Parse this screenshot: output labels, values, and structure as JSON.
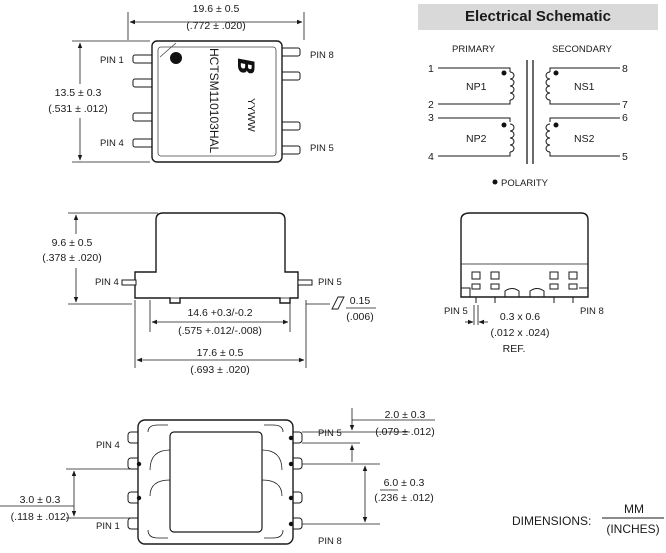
{
  "top_view": {
    "width_mm": "19.6 ± 0.5",
    "width_in": "(.772 ± .020)",
    "height_mm": "13.5 ± 0.3",
    "height_in": "(.531 ± .012)",
    "pin1": "PIN 1",
    "pin4": "PIN 4",
    "pin5": "PIN 5",
    "pin8": "PIN 8",
    "part_number": "HCTSM110103HAL",
    "date_code": "YYWW",
    "logo": "B"
  },
  "schematic": {
    "title": "Electrical Schematic",
    "primary": "PRIMARY",
    "secondary": "SECONDARY",
    "np1": "NP1",
    "np2": "NP2",
    "ns1": "NS1",
    "ns2": "NS2",
    "pins": [
      "1",
      "2",
      "3",
      "4",
      "5",
      "6",
      "7",
      "8"
    ],
    "polarity": "POLARITY"
  },
  "side_view": {
    "height_mm": "9.6 ± 0.5",
    "height_in": "(.378 ± .020)",
    "pin4": "PIN 4",
    "pin5": "PIN 5",
    "inner_mm": "14.6 +0.3/-0.2",
    "inner_in": "(.575 +.012/-.008)",
    "outer_mm": "17.6 ± 0.5",
    "outer_in": "(.693 ± .020)",
    "flatness_mm": "0.15",
    "flatness_in": "(.006)"
  },
  "end_view": {
    "pin5": "PIN 5",
    "pin8": "PIN 8",
    "lead_mm": "0.3 x 0.6",
    "lead_in": "(.012 x .024)",
    "ref": "REF."
  },
  "bottom_view": {
    "pin1": "PIN 1",
    "pin4": "PIN 4",
    "pin5": "PIN 5",
    "pin8": "PIN 8",
    "pitch_mm": "2.0 ± 0.3",
    "pitch_in": "(.079 ± .012)",
    "span_mm": "6.0 ± 0.3",
    "span_in": "(.236 ± .012)",
    "edge_mm": "3.0 ± 0.3",
    "edge_in": "(.118 ± .012)"
  },
  "units": {
    "label": "DIMENSIONS:",
    "mm": "MM",
    "in": "(INCHES)"
  }
}
